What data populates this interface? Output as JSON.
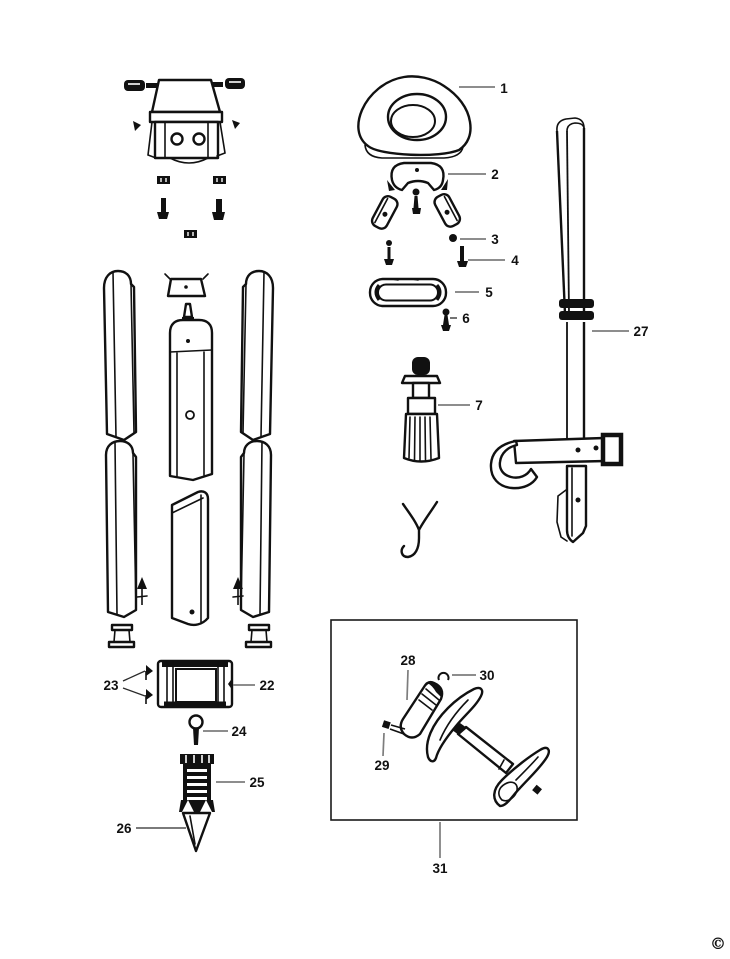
{
  "callouts": {
    "1": {
      "label": "1"
    },
    "2": {
      "label": "2"
    },
    "3": {
      "label": "3"
    },
    "4": {
      "label": "4"
    },
    "5": {
      "label": "5"
    },
    "6": {
      "label": "6"
    },
    "7": {
      "label": "7"
    },
    "22": {
      "label": "22"
    },
    "23": {
      "label": "23"
    },
    "24": {
      "label": "24"
    },
    "25": {
      "label": "25"
    },
    "26": {
      "label": "26"
    },
    "27": {
      "label": "27"
    },
    "28": {
      "label": "28"
    },
    "29": {
      "label": "29"
    },
    "30": {
      "label": "30"
    },
    "31": {
      "label": "31"
    }
  },
  "footer": {
    "copyright": "©"
  },
  "colors": {
    "ink": "#111111",
    "leader_gray": "#7d7d7d",
    "background": "#ffffff"
  }
}
